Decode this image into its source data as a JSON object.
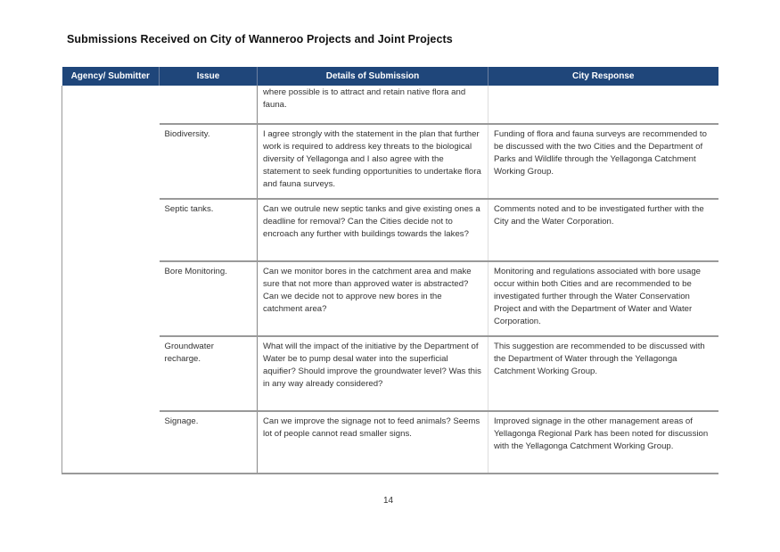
{
  "document": {
    "title": "Submissions Received on City of Wanneroo Projects and Joint Projects",
    "page_number": "14"
  },
  "table": {
    "headers": {
      "agency": "Agency/ Submitter",
      "issue": "Issue",
      "details": "Details of Submission",
      "response": "City Response"
    },
    "header_color": "#1f467a",
    "agency": "",
    "rows": [
      {
        "issue": "",
        "details": "where possible is to attract and retain native flora and fauna.",
        "response": ""
      },
      {
        "issue": "Biodiversity.",
        "details": "I agree strongly with the statement in the plan that further work is required to address key threats to the biological diversity of Yellagonga and I also agree with the statement to seek funding opportunities to undertake flora and fauna surveys.",
        "response": "Funding of flora and fauna surveys are recommended to be discussed with the two Cities and the Department of Parks and Wildlife through the Yellagonga Catchment Working Group."
      },
      {
        "issue": "Septic tanks.",
        "details": "Can we outrule new septic tanks and give existing ones a deadline for removal? Can the Cities decide not to encroach any further with buildings towards the lakes?",
        "response": "Comments noted and to be investigated further with the City and the Water Corporation."
      },
      {
        "issue": "Bore Monitoring.",
        "details": "Can we monitor bores in the catchment area and make sure that not more than approved water is abstracted?\nCan we decide not to approve new bores in the catchment area?",
        "response": "Monitoring and regulations associated with bore usage occur within both Cities and are recommended to be investigated further through the Water Conservation Project and with the Department of Water and Water Corporation."
      },
      {
        "issue": "Groundwater recharge.",
        "details": "What will the impact of the initiative by the Department of Water be to pump desal water into the superficial aquifier? Should improve the groundwater level? Was this in any way already considered?",
        "response": "This suggestion are recommended to be discussed with the Department of Water through the Yellagonga Catchment Working Group."
      },
      {
        "issue": "Signage.",
        "details": "Can we improve the signage not to feed animals? Seems lot of people cannot read smaller signs.",
        "response": "Improved signage in the other management areas of Yellagonga Regional Park has been noted for discussion with the Yellagonga Catchment Working Group."
      }
    ]
  }
}
